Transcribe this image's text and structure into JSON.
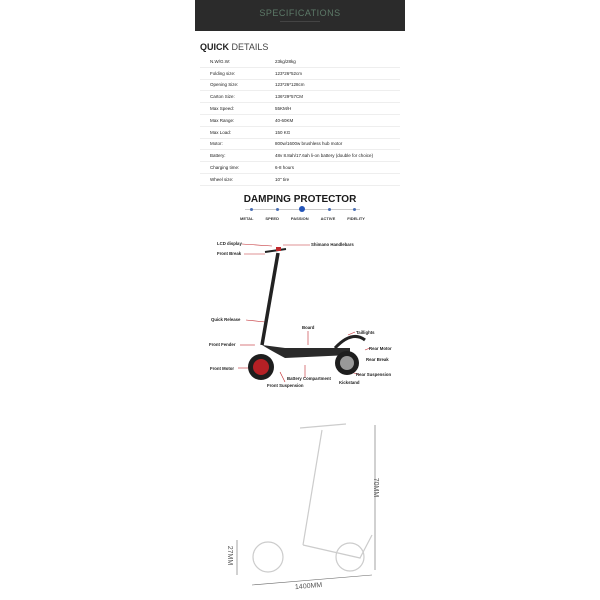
{
  "header": {
    "title": "SPECIFICATIONS"
  },
  "quick_details": {
    "title_bold": "QUICK",
    "title_rest": " DETAILS",
    "rows": [
      {
        "label": "N.W/G.W:",
        "value": "23kg/28kg"
      },
      {
        "label": "Folding size:",
        "value": "123*26*52cm"
      },
      {
        "label": "Opening Size:",
        "value": "123*26*128cm"
      },
      {
        "label": "Carton Size:",
        "value": "136*29*57CM"
      },
      {
        "label": "Max Speed:",
        "value": "55KM/H"
      },
      {
        "label": "Max Range:",
        "value": "40-60KM"
      },
      {
        "label": "Max Load:",
        "value": "150 KG"
      },
      {
        "label": "Motor:",
        "value": "800w/1600w brushless hub motor"
      },
      {
        "label": "Battery:",
        "value": "48v 8.8ah/17.6ah li-on battery (double for choice)"
      },
      {
        "label": "Charging time:",
        "value": "6-8 hours"
      },
      {
        "label": "Wheel size:",
        "value": "10\" tire"
      }
    ]
  },
  "damping": {
    "title": "DAMPING PROTECTOR",
    "features": [
      "METAL",
      "SPEED",
      "PASSION",
      "ACTIVE",
      "FIDELITY"
    ],
    "active_feature": "PASSION"
  },
  "callouts": {
    "lcd": "LCD display",
    "front_break": "Front Break",
    "handlebars": "Shimano Handlebars",
    "quick_release": "Quick Release",
    "board": "Board",
    "taillights": "Taillights",
    "front_fender": "Front Fender",
    "rear_motor": "Rear Motor",
    "rear_break": "Rear Break",
    "front_motor": "Front Motor",
    "rear_suspension": "Rear Suspension",
    "battery": "Battery Compartment",
    "kickstand": "Kickstand",
    "front_suspension": "Front Suspension"
  },
  "dimensions": {
    "height": "70MM",
    "wheel": "27MM",
    "length": "1400MM"
  },
  "colors": {
    "accent": "#c0282d",
    "header_bg": "#2b2b2b",
    "dot": "#2354b8"
  }
}
